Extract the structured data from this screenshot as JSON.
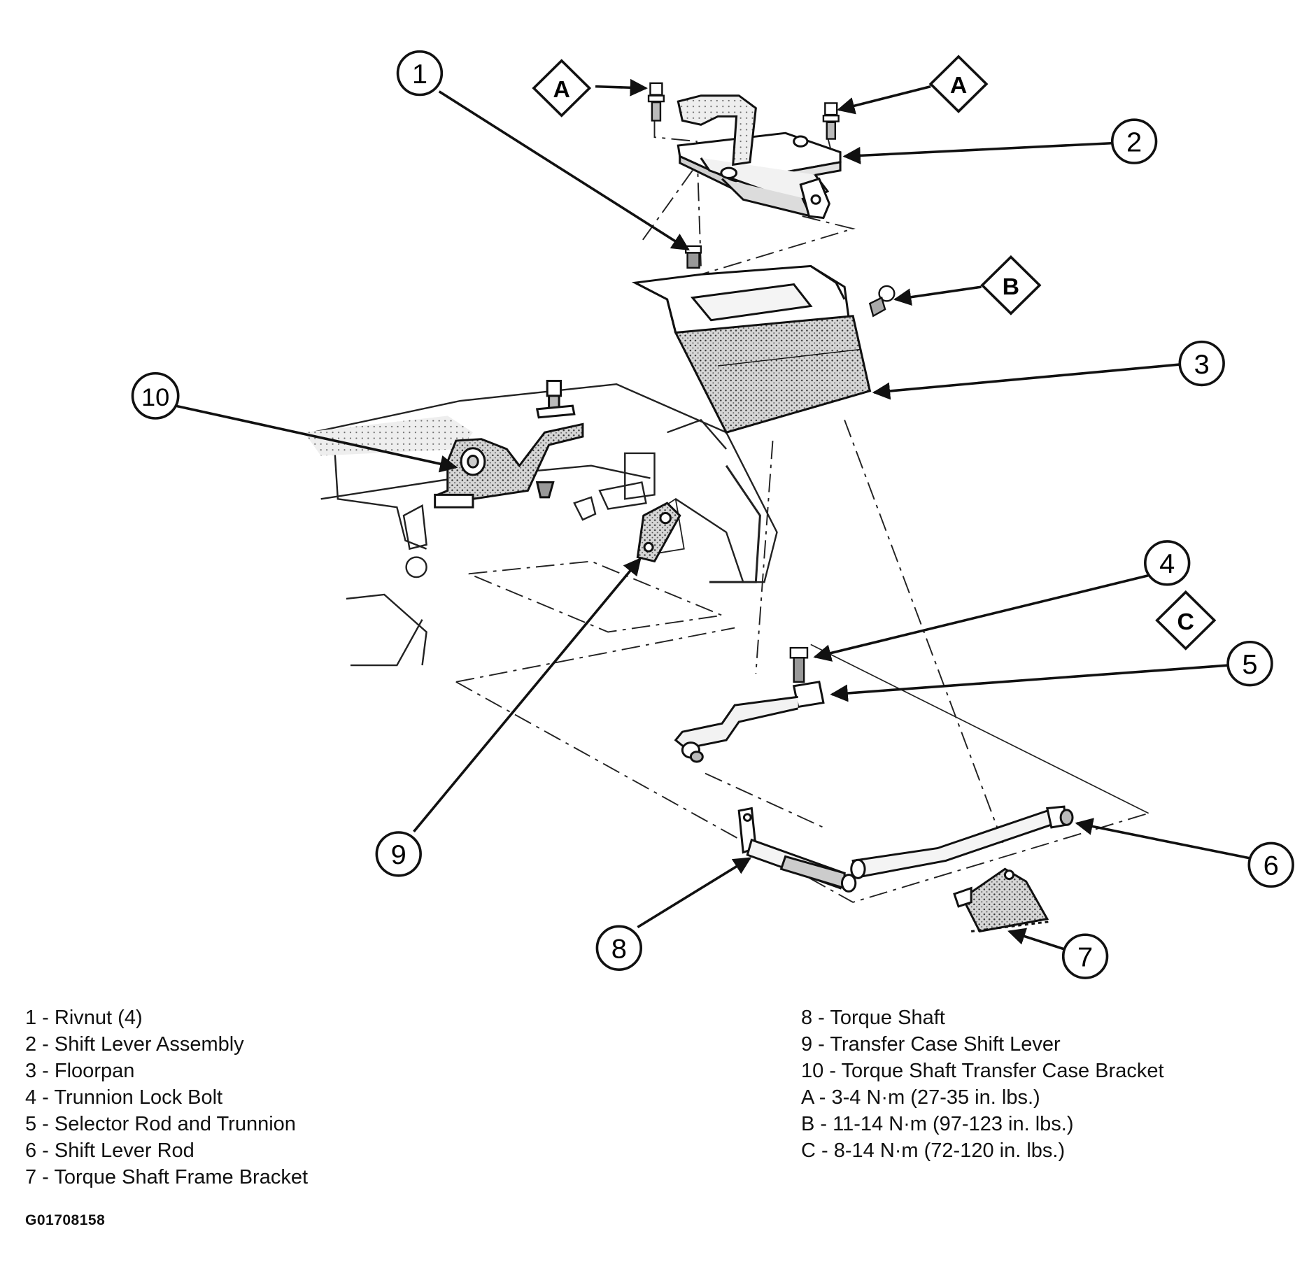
{
  "callouts": [
    {
      "number": "1",
      "part": "Rivnut (4)"
    },
    {
      "number": "2",
      "part": "Shift Lever Assembly"
    },
    {
      "number": "3",
      "part": "Floorpan"
    },
    {
      "number": "4",
      "part": "Trunnion Lock Bolt"
    },
    {
      "number": "5",
      "part": "Selector Rod and Trunnion"
    },
    {
      "number": "6",
      "part": "Shift Lever Rod"
    },
    {
      "number": "7",
      "part": "Torque Shaft Frame Bracket"
    },
    {
      "number": "8",
      "part": "Torque Shaft"
    },
    {
      "number": "9",
      "part": "Transfer Case Shift Lever"
    },
    {
      "number": "10",
      "part": "Torque Shaft Transfer Case Bracket"
    }
  ],
  "torque_specs": [
    {
      "letter": "A",
      "spec": "3-4 N·m (27-35 in. lbs.)"
    },
    {
      "letter": "B",
      "spec": "11-14 N·m (97-123 in. lbs.)"
    },
    {
      "letter": "C",
      "spec": "8-14 N·m (72-120 in. lbs.)"
    }
  ],
  "legend_left": [
    "1 - Rivnut (4)",
    "2 - Shift Lever Assembly",
    "3 - Floorpan",
    "4 - Trunnion Lock Bolt",
    "5 - Selector Rod and Trunnion",
    "6 - Shift Lever Rod",
    "7 - Torque Shaft Frame Bracket"
  ],
  "legend_right": [
    "8 - Torque Shaft",
    "9 - Transfer Case Shift Lever",
    "10 - Torque Shaft Transfer Case Bracket",
    "A - 3-4 N·m (27-35 in. lbs.)",
    "B - 11-14 N·m (97-123 in. lbs.)",
    "C - 8-14 N·m (72-120 in. lbs.)"
  ],
  "figure_code": "G01708158"
}
